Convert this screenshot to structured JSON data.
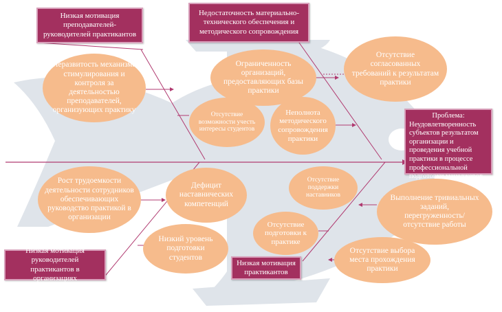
{
  "colors": {
    "fish_body": "#dfe4ea",
    "oval_fill": "#f6bb8c",
    "box_fill": "#a3305f",
    "box_border": "#d9a0bb",
    "line": "#b03a70"
  },
  "categories": {
    "top_left": "Низкая мотивация преподавателей-руководителей практикантов",
    "top_center": "Недостаточность материально-технического обеспечения и методического сопровождения",
    "bottom_left": "Низкая мотивация руководителей практикантов в организациях",
    "bottom_center": "Низкая мотивация практикантов"
  },
  "problem": {
    "title": "Проблема:",
    "text": "Неудовлетворенность субъектов результатом организации и проведения учебной практики в процессе профессиональной подготовки менеджеров"
  },
  "causes": {
    "mechanism": "Неразвитость механизма стимулирования и контроля за деятельностью преподавателей, организующих практику",
    "limited_orgs": "Ограниченность организаций, предоставляющих базы практики",
    "agreed_requirements": "Отсутствие согласованных требований к результатам практики",
    "student_interests": "Отсутствие возможности учесть интересы студентов",
    "method_support": "Неполнота методического сопровождения практики",
    "labor_intensity": "Рост трудоемкости деятельности сотрудников обеспечивающих руководство практикой в организации",
    "competence_deficit": "Дефицит наставнических компетенций",
    "mentor_support": "Отсутствие поддержки наставников",
    "trivial_tasks": "Выполнение тривиальных заданий, перегруженность/ отсутствие работы",
    "low_preparation": "Низкий уровень подготовки студентов",
    "practice_preparation": "Отсутствие подготовки к практике",
    "place_choice": "Отсутствие выбора места прохождения практики"
  }
}
